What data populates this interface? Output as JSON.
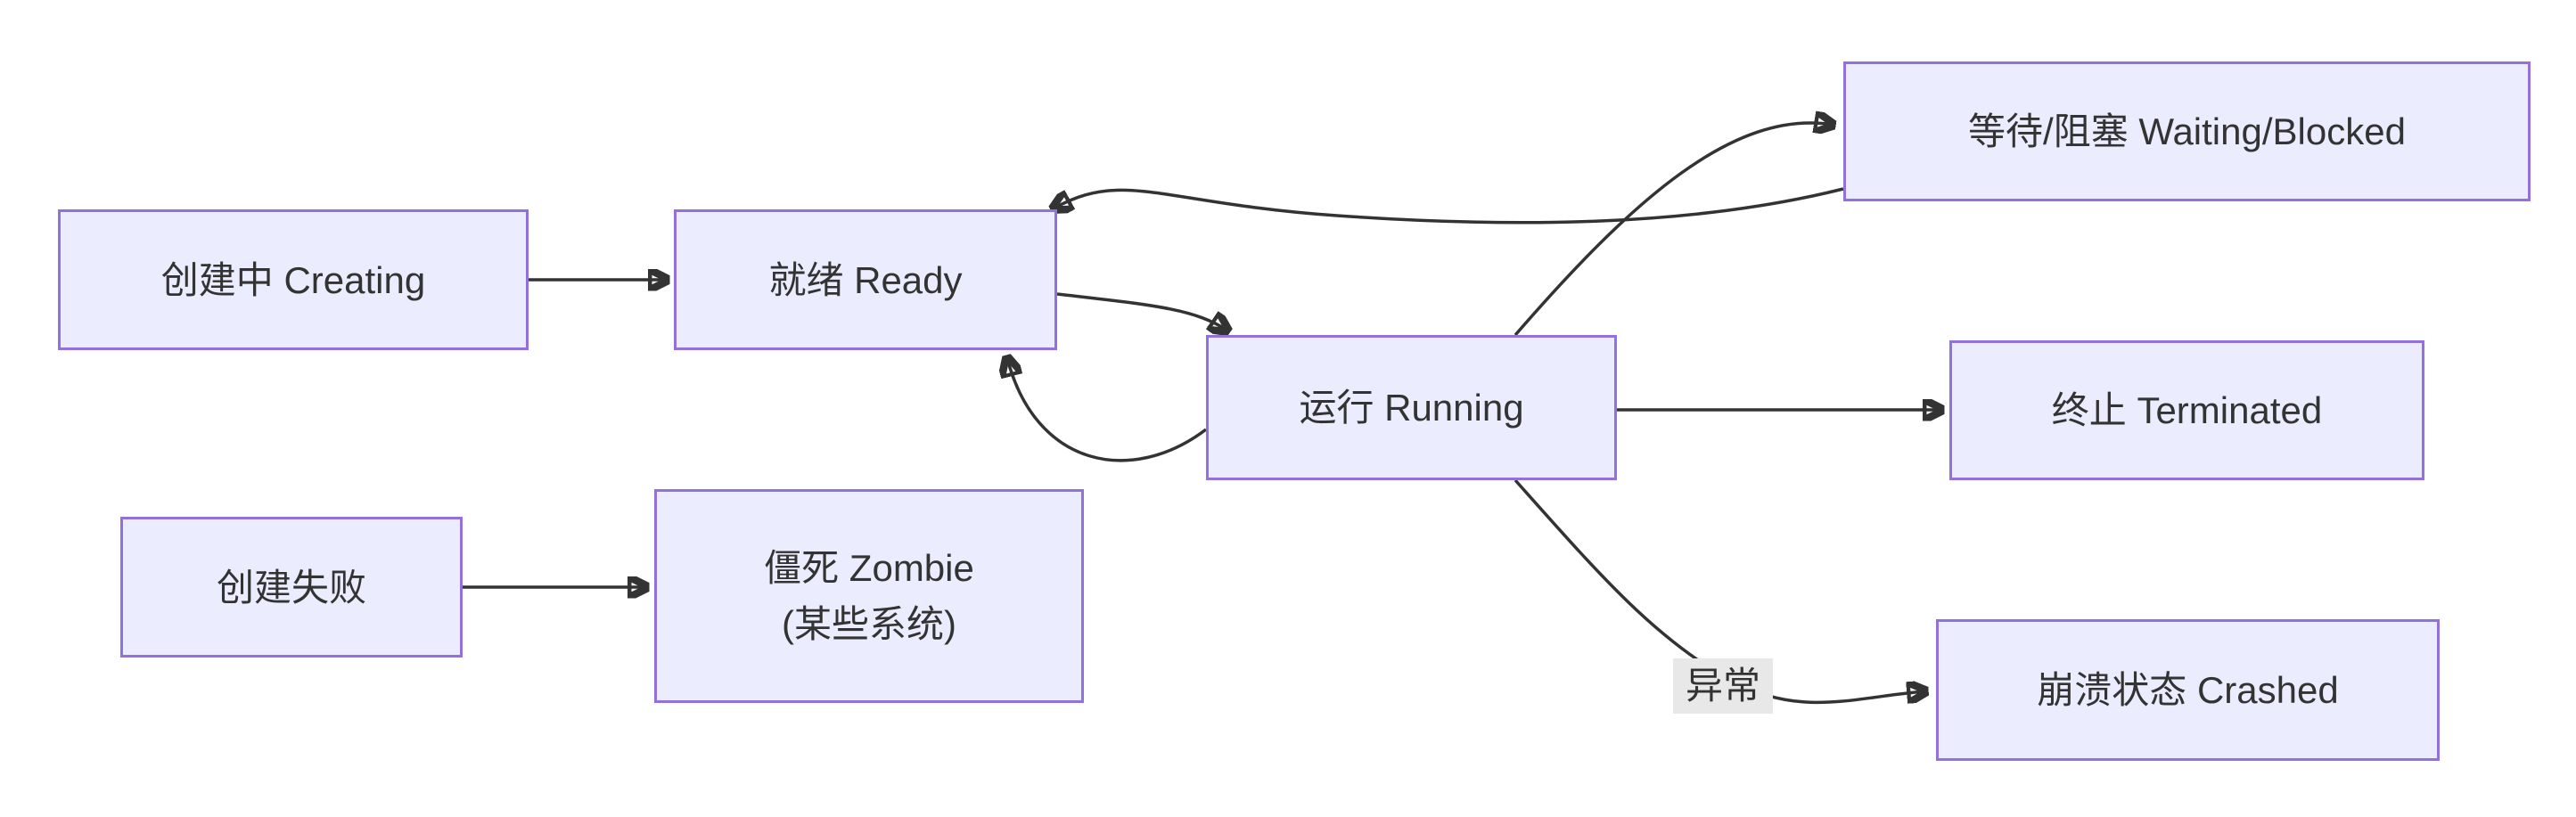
{
  "diagram": {
    "type": "flowchart",
    "direction": "LR",
    "title": "",
    "nodes": [
      {
        "id": "creating",
        "label": "创建中 Creating"
      },
      {
        "id": "ready",
        "label": "就绪 Ready"
      },
      {
        "id": "running",
        "label": "运行 Running"
      },
      {
        "id": "waiting_blocked",
        "label": "等待/阻塞 Waiting/Blocked"
      },
      {
        "id": "terminated",
        "label": "终止 Terminated"
      },
      {
        "id": "crashed",
        "label": "崩溃状态 Crashed"
      },
      {
        "id": "create_failed",
        "label": "创建失败"
      },
      {
        "id": "zombie",
        "lines": [
          "僵死 Zombie",
          "(某些系统)"
        ]
      }
    ],
    "edges": [
      {
        "from": "creating",
        "to": "ready",
        "label": ""
      },
      {
        "from": "ready",
        "to": "running",
        "label": ""
      },
      {
        "from": "running",
        "to": "ready",
        "label": ""
      },
      {
        "from": "running",
        "to": "waiting_blocked",
        "label": ""
      },
      {
        "from": "waiting_blocked",
        "to": "ready",
        "label": ""
      },
      {
        "from": "running",
        "to": "terminated",
        "label": ""
      },
      {
        "from": "running",
        "to": "crashed",
        "label": "异常"
      },
      {
        "from": "create_failed",
        "to": "zombie",
        "label": ""
      }
    ],
    "colors": {
      "node_fill": "#ECECFF",
      "node_border": "#9370DB",
      "edge_stroke": "#333333",
      "text": "#333333",
      "edge_label_bg": "#e8e8e8",
      "background": "#ffffff"
    }
  }
}
